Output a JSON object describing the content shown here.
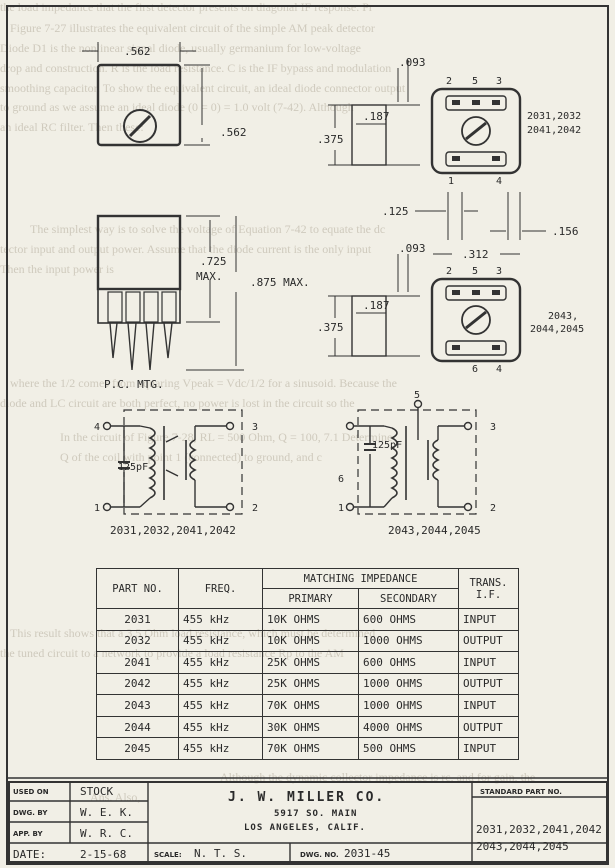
{
  "background_text": [
    "the load impedance that the first detector presents on diagonal IF response. Pr",
    "Figure 7-27 illustrates the equivalent circuit of the simple AM peak detector",
    "Diode D1 is the nonlinear signal diode, usually germanium for low-voltage",
    "drop and construction. R is the load resistance. C is the IF bypass and modulation",
    "smoothing capacitor. To show the equivalent circuit, an ideal diode connector output",
    "to ground as we assume an ideal diode (0 = 0) = 1.0 volt (7-42). Although",
    "an ideal RC filter. Then these:",
    "The simplest way is to solve the voltage of Equation 7-42 to equate the dc",
    "tector input and output power. Assume that the diode current is the only input",
    "Then the input power is",
    "where the 1/2 comes from squaring Vpeak = Vdc/1/2 for a sinusoid. Because the",
    "diode and LC circuit are both perfect, no power is lost in the circuit so the",
    "In the circuit of Figure 7-28, RL = 500 Ohm, Q = 100, 7.1 Determine",
    "Q of the coil with point 1 (connected) to ground, and c",
    "This result shows that a 3.5 Ohm load resistance, which must be determined",
    "the tuned circuit to a network to provide a load resistance Rp to the AM",
    "Although the dynamic collector impedance is rc, and for gain, the",
    "Ans. Also,"
  ],
  "figure_top": {
    "dimensions": {
      "front_width": ".562",
      "front_height": ".562",
      "side_height_725": ".725",
      "side_max_label": "MAX.",
      "side_height_875": ".875 MAX.",
      "top_right_093": ".093",
      "inner_187": ".187",
      "height_375": ".375",
      "pin_spacing_125": ".125",
      "pin_offset_156": ".156",
      "pin_spacing_312": ".312",
      "top_right_093_lower": ".093",
      "inner_187_lower": ".187",
      "height_375_lower": ".375"
    },
    "upper_pins_top": [
      "2",
      "5",
      "3"
    ],
    "upper_pins_bottom": [
      "1",
      "4"
    ],
    "lower_pins_top": [
      "2",
      "5",
      "3"
    ],
    "lower_pins_bottom": [
      "6",
      "4"
    ],
    "upper_part_numbers": [
      "2031,2032",
      "2041,2042"
    ],
    "lower_part_numbers": [
      "2043,",
      "2044,2045"
    ],
    "pc_mtg_label": "P.C. MTG."
  },
  "schematics": {
    "left": {
      "capacitor_label": "125pF",
      "pins_left": [
        "4",
        "1"
      ],
      "pins_right": [
        "3",
        "2"
      ],
      "part_label": "2031,2032,2041,2042"
    },
    "right": {
      "capacitor_label": "125pF",
      "pins_left": [
        "6",
        "1"
      ],
      "pins_right": [
        "3",
        "2"
      ],
      "pin_top_mid": "5",
      "part_label": "2043,2044,2045"
    }
  },
  "table": {
    "headers": {
      "part_no": "PART NO.",
      "freq": "FREQ.",
      "matching_impedance": "MATCHING IMPEDANCE",
      "primary": "PRIMARY",
      "secondary": "SECONDARY",
      "trans_if": "TRANS. I.F."
    },
    "rows": [
      {
        "part": "2031",
        "freq": "455 kHz",
        "primary": "10K OHMS",
        "secondary": "600 OHMS",
        "trans": "INPUT"
      },
      {
        "part": "2032",
        "freq": "455 kHz",
        "primary": "10K OHMS",
        "secondary": "1000 OHMS",
        "trans": "OUTPUT"
      },
      {
        "part": "2041",
        "freq": "455 kHz",
        "primary": "25K OHMS",
        "secondary": "600 OHMS",
        "trans": "INPUT"
      },
      {
        "part": "2042",
        "freq": "455 kHz",
        "primary": "25K OHMS",
        "secondary": "1000 OHMS",
        "trans": "OUTPUT"
      },
      {
        "part": "2043",
        "freq": "455 kHz",
        "primary": "70K OHMS",
        "secondary": "1000 OHMS",
        "trans": "INPUT"
      },
      {
        "part": "2044",
        "freq": "455 kHz",
        "primary": "30K OHMS",
        "secondary": "4000 OHMS",
        "trans": "OUTPUT"
      },
      {
        "part": "2045",
        "freq": "455 kHz",
        "primary": "70K OHMS",
        "secondary": "500 OHMS",
        "trans": "INPUT"
      }
    ]
  },
  "title_block": {
    "used_on_label": "USED ON",
    "used_on_value": "STOCK",
    "dwg_by_label": "DWG. BY",
    "dwg_by_value": "W. E. K.",
    "app_by_label": "APP. BY",
    "app_by_value": "W. R. C.",
    "date_label": "DATE:",
    "date_value": "2-15-68",
    "company": "J. W. MILLER CO.",
    "address_line1": "5917 SO. MAIN",
    "address_line2": "LOS ANGELES, CALIF.",
    "scale_label": "SCALE:",
    "scale_value": "N. T. S.",
    "dwg_no_label": "DWG. NO.",
    "dwg_no_value": "2031-45",
    "std_part_label": "STANDARD PART NO.",
    "std_parts_line1": "2031,2032,2041,2042",
    "std_parts_line2": "2043,2044,2045"
  }
}
